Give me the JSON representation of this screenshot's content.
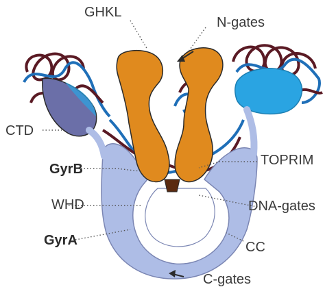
{
  "labels": {
    "ghkl": "GHKL",
    "n_gates": "N-gates",
    "ctd": "CTD",
    "gyrb": "GyrB",
    "toprim": "TOPRIM",
    "whd": "WHD",
    "dna_gates": "DNA-gates",
    "gyra": "GyrA",
    "cc": "CC",
    "c_gates": "C-gates"
  },
  "colors": {
    "gyrb_orange": "#e08a1e",
    "gyra_lavender": "#aebde6",
    "ctd_left": "#6b6fa8",
    "ctd_right": "#2aa4e2",
    "dna_blue": "#1f6fb8",
    "dna_dark": "#5a1a24",
    "outline": "#2b2b2b"
  },
  "icons": [
    "arrow-icon"
  ]
}
